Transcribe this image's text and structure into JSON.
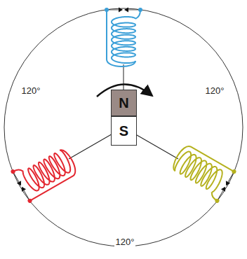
{
  "diagram": {
    "nodes": [
      {
        "text": [
          "N"
        ]
      },
      {
        "text": [
          "S"
        ]
      }
    ],
    "labels": [
      "120°",
      "120°",
      "120°"
    ]
  }
}
